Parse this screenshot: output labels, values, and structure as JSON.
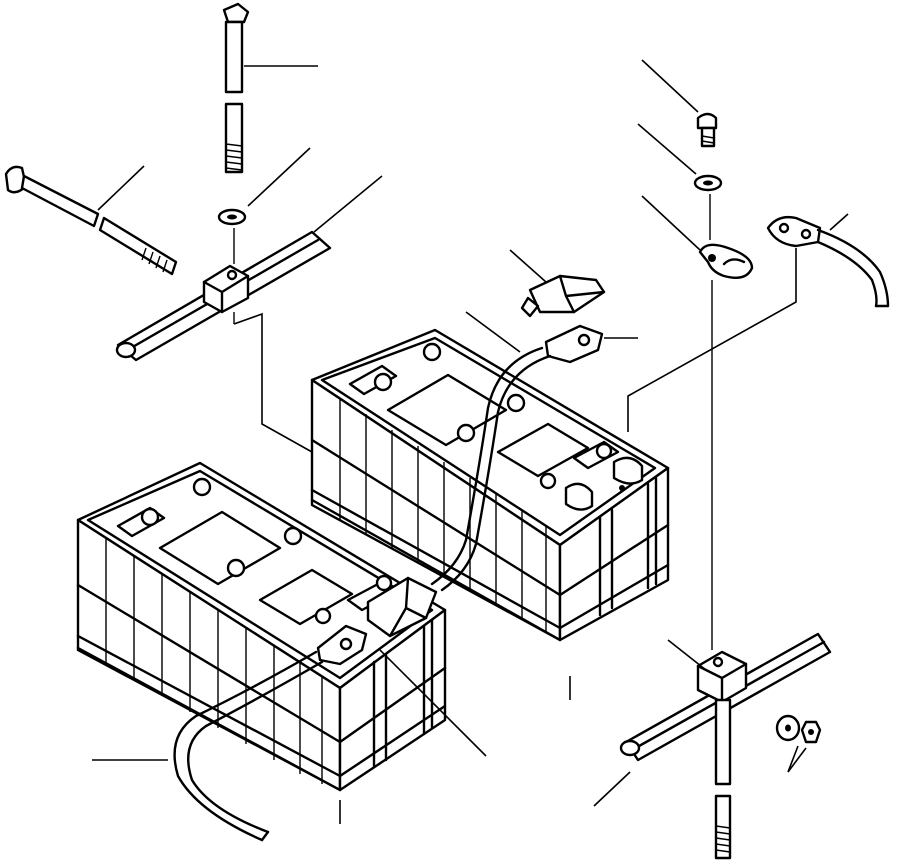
{
  "diagram": {
    "type": "exploded parts diagram",
    "components": [
      "battery-left",
      "battery-right",
      "battery-hold-down-clamp-left",
      "battery-hold-down-clamp-right",
      "hold-down-rod",
      "hold-down-bolt",
      "washer",
      "nut",
      "clip",
      "terminal-cap",
      "positive-cable",
      "negative-cable",
      "ground-cable"
    ]
  }
}
